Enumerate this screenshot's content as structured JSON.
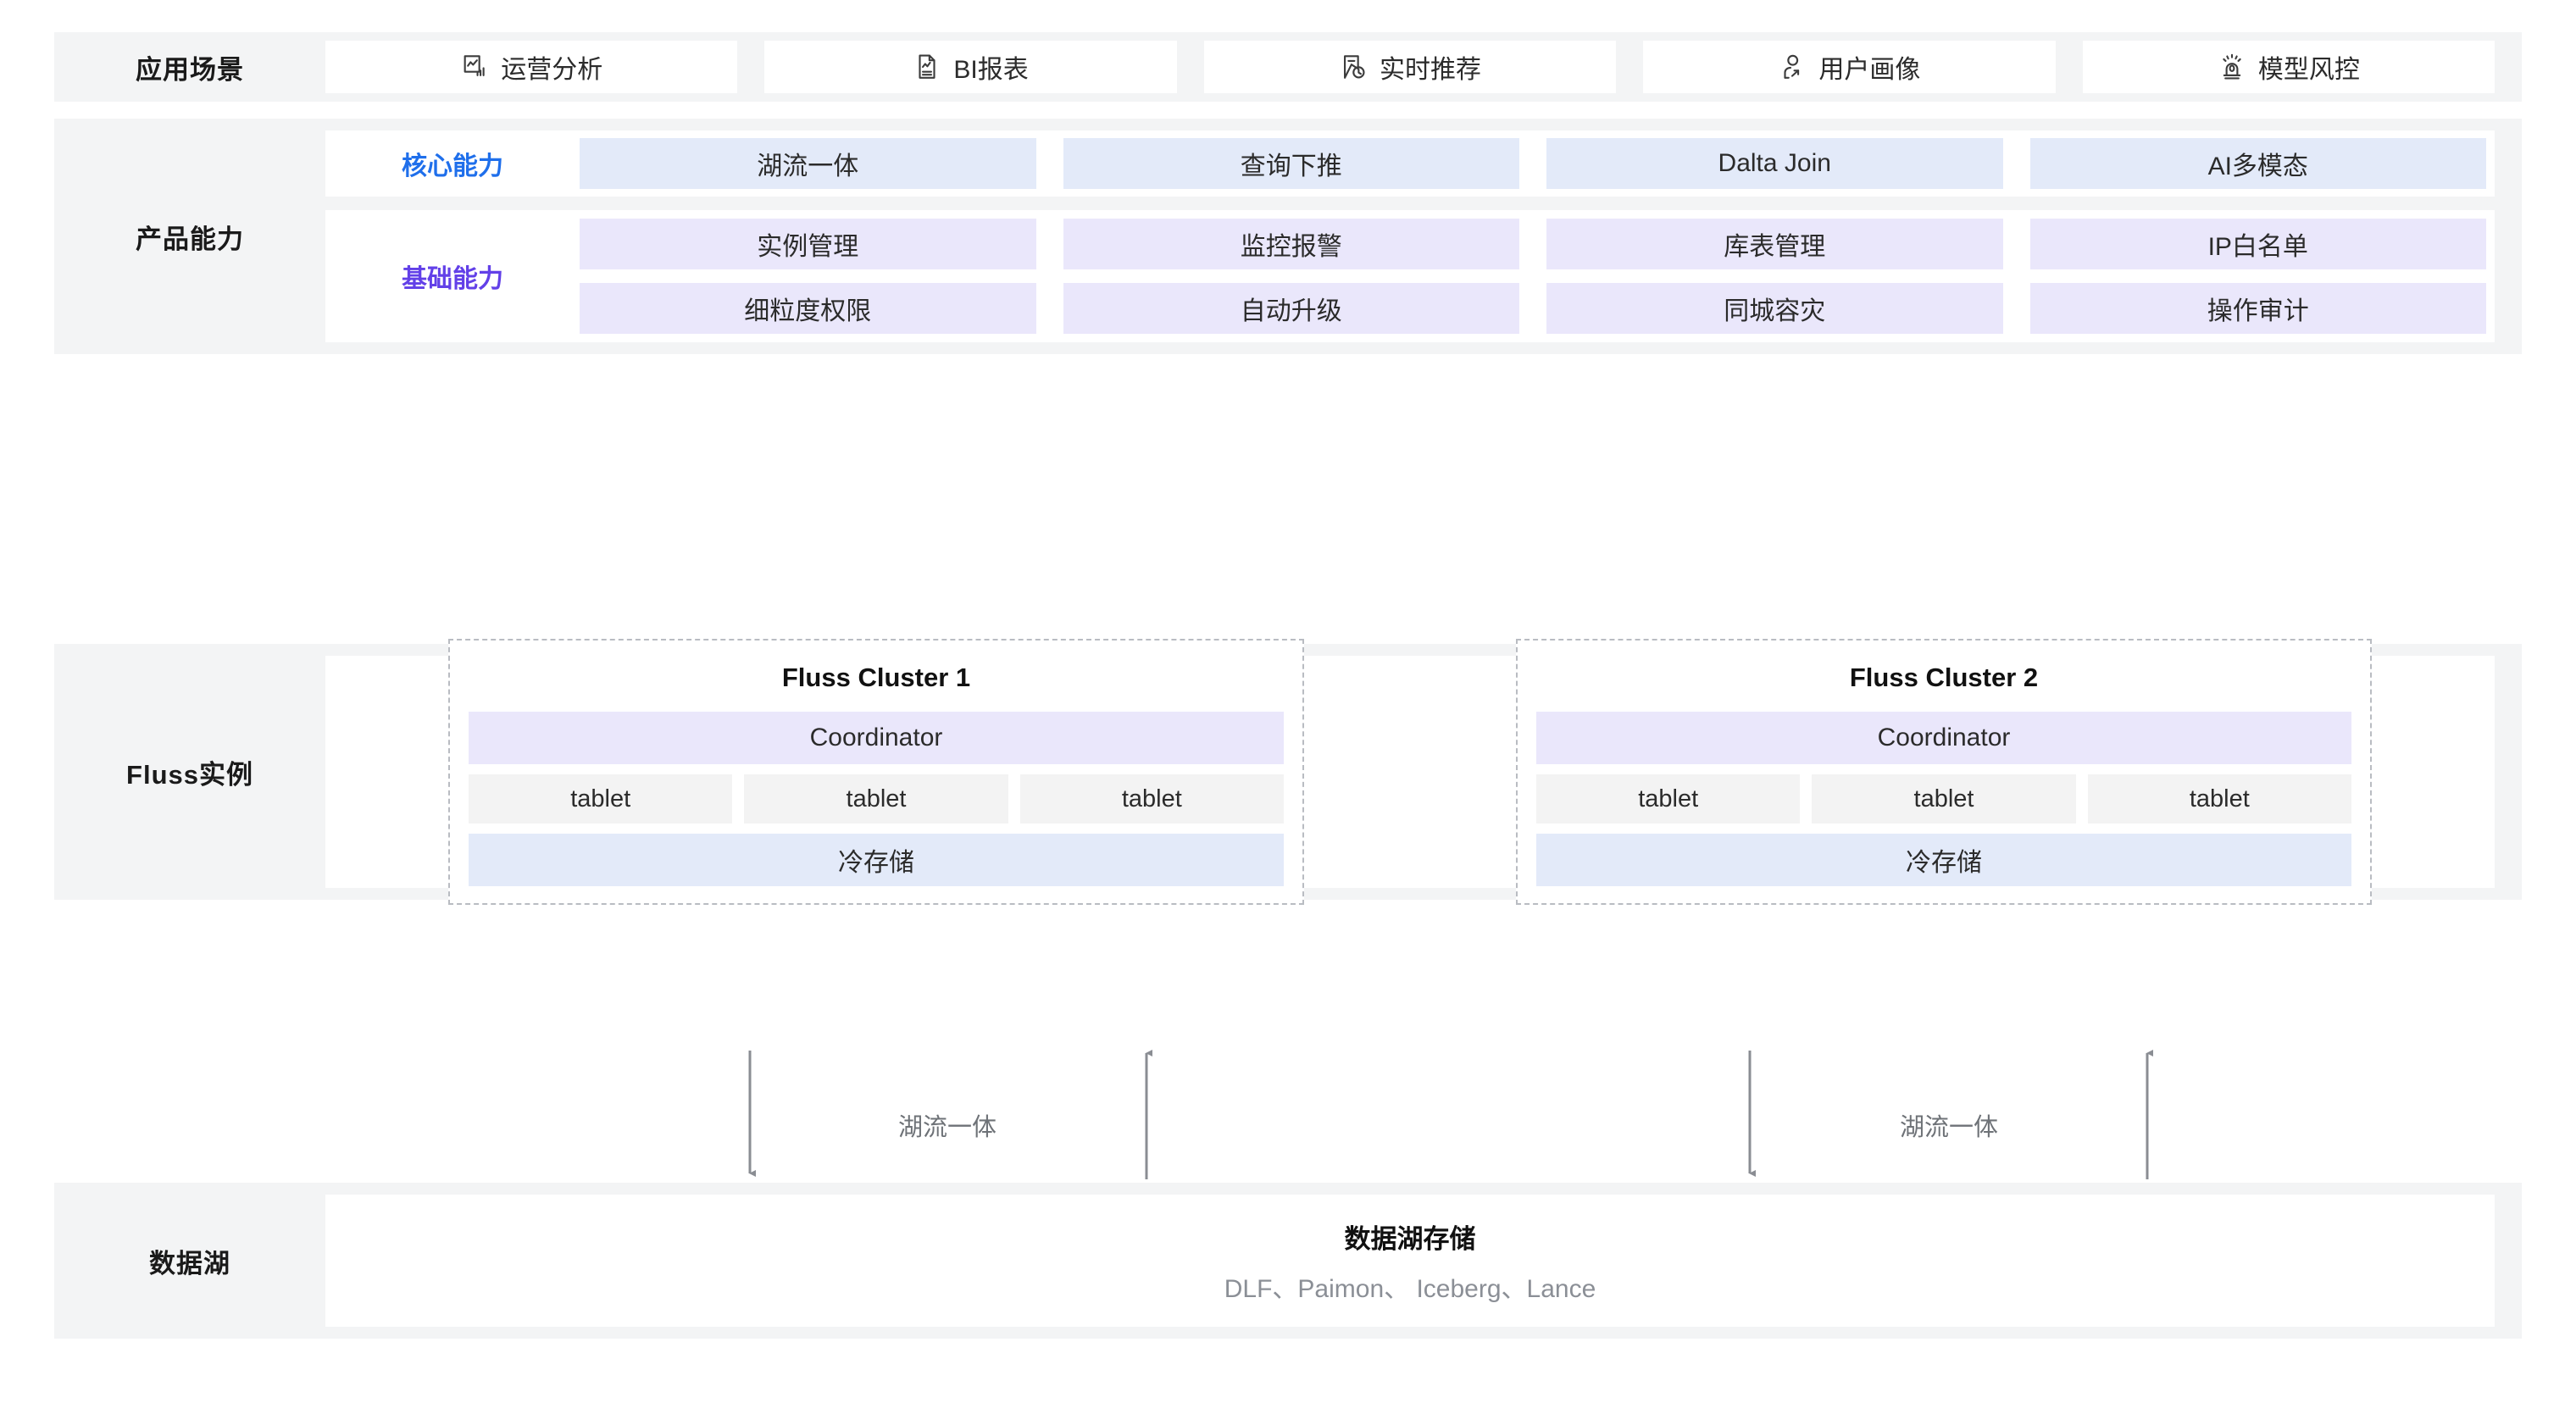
{
  "scenarios": {
    "label": "应用场景",
    "items": [
      {
        "icon": "chart-report-icon",
        "label": "运营分析"
      },
      {
        "icon": "bi-document-icon",
        "label": "BI报表"
      },
      {
        "icon": "bookmark-clock-icon",
        "label": "实时推荐"
      },
      {
        "icon": "user-profile-icon",
        "label": "用户画像"
      },
      {
        "icon": "alarm-siren-icon",
        "label": "模型风控"
      }
    ]
  },
  "capability": {
    "label": "产品能力",
    "core": {
      "title": "核心能力",
      "color": "#1f6feb",
      "rows": [
        [
          "湖流一体",
          "查询下推",
          "Dalta Join",
          "AI多模态"
        ]
      ]
    },
    "basic": {
      "title": "基础能力",
      "color": "#6240e8",
      "rows": [
        [
          "实例管理",
          "监控报警",
          "库表管理",
          "IP白名单"
        ],
        [
          "细粒度权限",
          "自动升级",
          "同城容灾",
          "操作审计"
        ]
      ]
    }
  },
  "fluss": {
    "label": "Fluss实例",
    "clusters": [
      {
        "title": "Fluss Cluster 1",
        "coordinator": "Coordinator",
        "tablets": [
          "tablet",
          "tablet",
          "tablet"
        ],
        "cold_storage": "冷存储"
      },
      {
        "title": "Fluss Cluster 2",
        "coordinator": "Coordinator",
        "tablets": [
          "tablet",
          "tablet",
          "tablet"
        ],
        "cold_storage": "冷存储"
      }
    ]
  },
  "flows": [
    {
      "label": "湖流一体"
    },
    {
      "label": "湖流一体"
    }
  ],
  "lake": {
    "label": "数据湖",
    "title": "数据湖存储",
    "subtitle": "DLF、Paimon、 Iceberg、Lance"
  },
  "colors": {
    "band_background": "#f3f4f5",
    "panel_background": "#ffffff",
    "core_box": "#e3eaf9",
    "basic_box": "#eae7fb",
    "tablet_box": "#f3f3f3",
    "cold_storage_box": "#e3eaf9",
    "connector": "#8a8d93",
    "cluster_border": "#b9bcc2"
  }
}
